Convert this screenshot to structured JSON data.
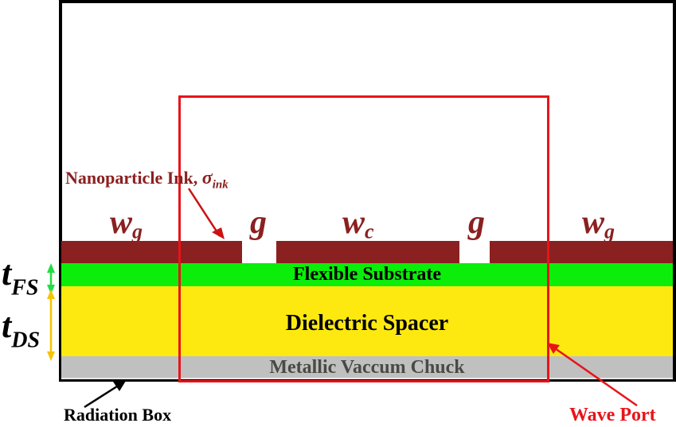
{
  "diagram": {
    "title": "Coplanar waveguide cross-section simulation setup",
    "colors": {
      "metal": "#8b2020",
      "flexible_substrate": "#0aee0a",
      "dielectric_spacer": "#fde910",
      "metallic_chuck": "#c0c0c0",
      "wave_port": "#e8141a",
      "radiation_box": "#000000",
      "t_fs_arrow": "#22dd44",
      "t_ds_arrow": "#f5c400"
    },
    "layers": {
      "flexible_substrate": "Flexible Substrate",
      "dielectric_spacer": "Dielectric Spacer",
      "metallic_chuck": "Metallic Vaccum Chuck"
    },
    "dimensions": {
      "left_ground": {
        "symbol": "w",
        "subscript": "g"
      },
      "left_gap": {
        "symbol": "g",
        "subscript": ""
      },
      "center_conductor": {
        "symbol": "w",
        "subscript": "c"
      },
      "right_gap": {
        "symbol": "g",
        "subscript": ""
      },
      "right_ground": {
        "symbol": "w",
        "subscript": "g"
      },
      "t_fs": {
        "symbol": "t",
        "subscript": "FS"
      },
      "t_ds": {
        "symbol": "t",
        "subscript": "DS"
      }
    },
    "annotations": {
      "ink_text": "Nanoparticle Ink, ",
      "ink_symbol": "σ",
      "ink_subscript": "ink",
      "radiation_box": "Radiation Box",
      "wave_port": "Wave Port"
    }
  }
}
